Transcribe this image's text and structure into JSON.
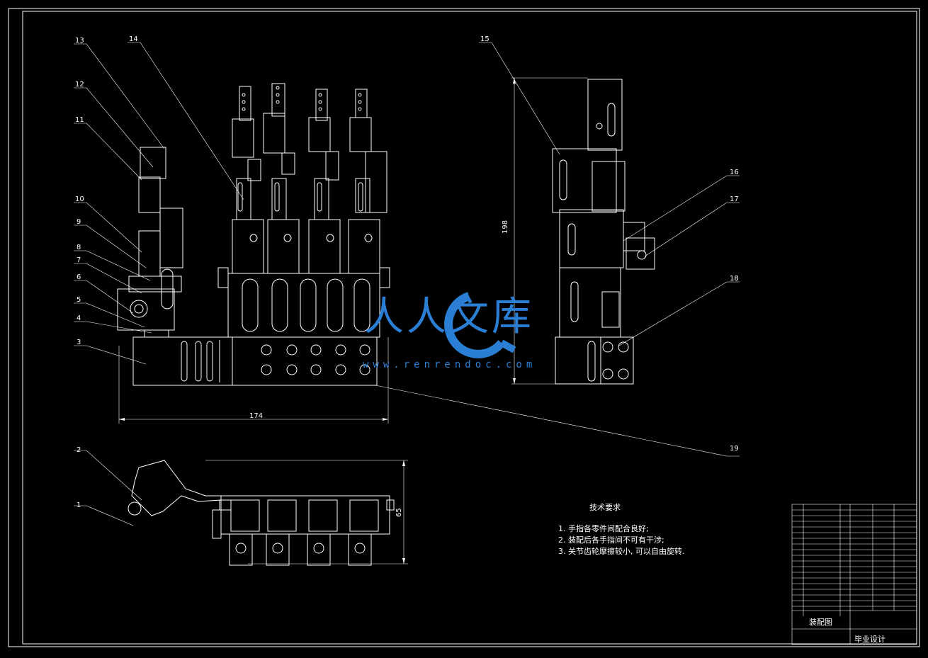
{
  "callouts": [
    "1",
    "2",
    "3",
    "4",
    "5",
    "6",
    "7",
    "8",
    "9",
    "10",
    "11",
    "12",
    "13",
    "14",
    "15",
    "16",
    "17",
    "18",
    "19"
  ],
  "dimensions": {
    "width": "174",
    "height_side": "198",
    "height_bottom": "65"
  },
  "watermark": {
    "brand": "人人文库",
    "url": "www.renrendoc.com"
  },
  "notes": {
    "title": "技术要求",
    "items": [
      "1.  手指各零件间配合良好;",
      "2.  装配后各手指间不可有干涉;",
      "3.  关节齿轮摩擦较小, 可以自由旋转."
    ]
  },
  "title_block": {
    "drawing_name": "装配图",
    "project": "毕业设计"
  },
  "colors": {
    "background": "#000000",
    "lines": "#ffffff",
    "watermark": "#2a7fd4"
  }
}
